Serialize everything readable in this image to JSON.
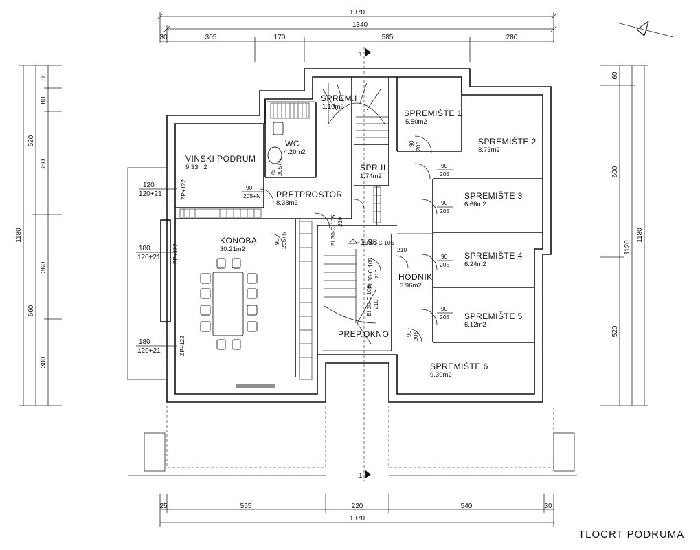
{
  "drawing_title": "TLOCRT PODRUMA",
  "section_marker": "1",
  "level_mark": "-1.98",
  "rooms": [
    {
      "name": "VINSKI PODRUM",
      "area": "9.33m2"
    },
    {
      "name": "WC",
      "area": "4.20m2"
    },
    {
      "name": "SPREM.I",
      "area": "1.10m2"
    },
    {
      "name": "SPR.II",
      "area": "1.74m2"
    },
    {
      "name": "PRETPROSTOR",
      "area": "8.38m2"
    },
    {
      "name": "KONOBA",
      "area": "30.21m2"
    },
    {
      "name": "HODNIK",
      "area": "3.96m2"
    },
    {
      "name": "PREP.OKNO",
      "area": ""
    },
    {
      "name": "SPREMIŠTE 1",
      "area": "5.50m2"
    },
    {
      "name": "SPREMIŠTE 2",
      "area": "8.73m2"
    },
    {
      "name": "SPREMIŠTE 3",
      "area": "6.66m2"
    },
    {
      "name": "SPREMIŠTE 4",
      "area": "6.24m2"
    },
    {
      "name": "SPREMIŠTE 5",
      "area": "6.12m2"
    },
    {
      "name": "SPREMIŠTE 6",
      "area": "9.30m2"
    }
  ],
  "dims_top_total": "1370",
  "dims_top_inner": "1340",
  "dims_top_segments": [
    "30",
    "305",
    "170",
    "585",
    "280"
  ],
  "dims_bottom_total": "1370",
  "dims_bottom_segments": [
    "25",
    "555",
    "220",
    "540",
    "30"
  ],
  "dims_left_outer": "1180",
  "dims_left_mid": [
    "520",
    "660"
  ],
  "dims_left_inner": [
    "80",
    "80",
    "360",
    "360",
    "300"
  ],
  "dims_right_outer": "1180",
  "dims_right_mid": "1120",
  "dims_right_inner": [
    "60",
    "600",
    "520"
  ],
  "windows": [
    {
      "w": "120",
      "h": "120+21",
      "tag": "ZP+122"
    },
    {
      "w": "180",
      "h": "120+21",
      "tag": "ZP+122"
    },
    {
      "w": "180",
      "h": "120+21",
      "tag": "ZP+122"
    }
  ],
  "doors": {
    "d_90_205": [
      "90",
      "205"
    ],
    "d_90_205n_a": [
      "90",
      "205+N"
    ],
    "d_90_205n_b": [
      "90",
      "205+N"
    ],
    "d_75_205n": [
      "75",
      "205+N"
    ],
    "d_ei_1": [
      "EI 30-C 105",
      "210"
    ],
    "d_ei_2": [
      "EI 30-C 105",
      "210"
    ],
    "d_ei_3": [
      "EI 30-C 105",
      "210"
    ],
    "d_ei_4": [
      "EI 30-C 105",
      "210"
    ]
  }
}
